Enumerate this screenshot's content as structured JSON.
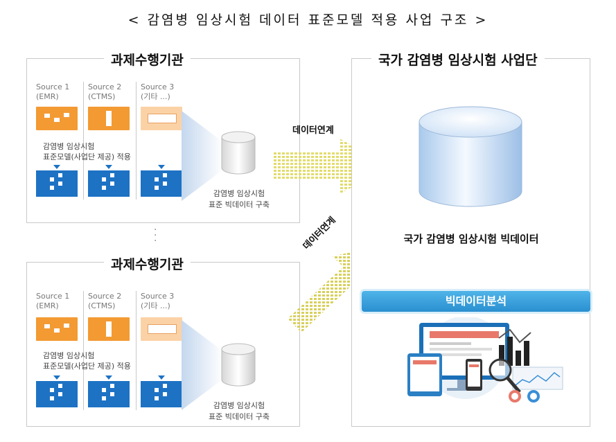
{
  "title": "< 감염병 임상시험 데이터 표준모델 적용 사업 구조 >",
  "institutions": [
    {
      "name": "과제수행기관",
      "sources": [
        {
          "line1": "Source 1",
          "line2": "(EMR)"
        },
        {
          "line1": "Source 2",
          "line2": "(CTMS)"
        },
        {
          "line1": "Source 3",
          "line2": "(기타 ...)"
        }
      ],
      "standard_text_1": "감염병 임상시험",
      "standard_text_2": "표준모델(사업단 제공) 적용",
      "db_label_1": "감염병 임상시험",
      "db_label_2": "표준 빅데이터 구축"
    },
    {
      "name": "과제수행기관",
      "sources": [
        {
          "line1": "Source 1",
          "line2": "(EMR)"
        },
        {
          "line1": "Source 2",
          "line2": "(CTMS)"
        },
        {
          "line1": "Source 3",
          "line2": "(기타 ...)"
        }
      ],
      "standard_text_1": "감염병 임상시험",
      "standard_text_2": "표준모델(사업단 제공) 적용",
      "db_label_1": "감염병 임상시험",
      "db_label_2": "표준 빅데이터 구축"
    }
  ],
  "link_label_top": "데이터연계",
  "link_label_bottom": "데이터연계",
  "national": {
    "name": "국가 감염병 임상시험 사업단",
    "bigdata_label": "국가 감염병 임상시험 빅데이터",
    "analysis_label": "빅데이터분석"
  },
  "colors": {
    "orange": "#f39a33",
    "light_orange": "#fbd2a6",
    "building_blue": "#1d72c4",
    "analysis_blue": "#2a8fd0",
    "arrow_yellow": "#e8e27a"
  }
}
